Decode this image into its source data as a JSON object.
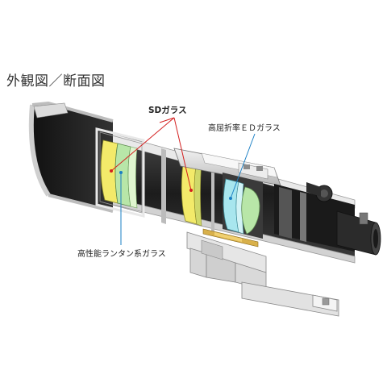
{
  "title": "外観図／断面図",
  "labels": {
    "sd_glass": "SDガラス",
    "ed_glass": "高屈折率ＥＤガラス",
    "lanthanum_glass": "高性能ランタン系ガラス"
  },
  "colors": {
    "sd_leader": "#d42020",
    "ed_leader": "#1a7fc4",
    "lanthanum_leader": "#1a7fc4",
    "tube_dark": "#2a2a2a",
    "tube_light": "#dcdcdc",
    "lens_yellow": "#f3ea6a",
    "lens_green": "#b8e6a8",
    "lens_cyan": "#a8e6ee",
    "focuser_gold": "#d8b04a"
  }
}
